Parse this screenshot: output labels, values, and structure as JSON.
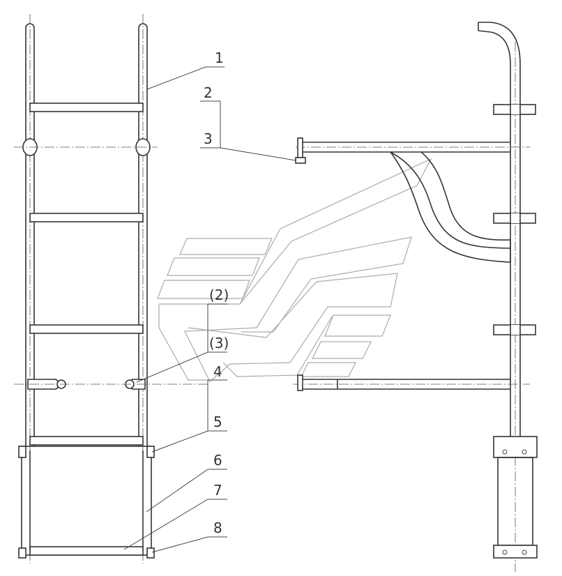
{
  "callouts": {
    "c1": "1",
    "c2": "2",
    "c3": "3",
    "c2p": "(2)",
    "c3p": "(3)",
    "c4": "4",
    "c5": "5",
    "c6": "6",
    "c7": "7",
    "c8": "8"
  },
  "colors": {
    "line": "#333333",
    "watermark": "#aaaaaa",
    "background": "#ffffff"
  }
}
